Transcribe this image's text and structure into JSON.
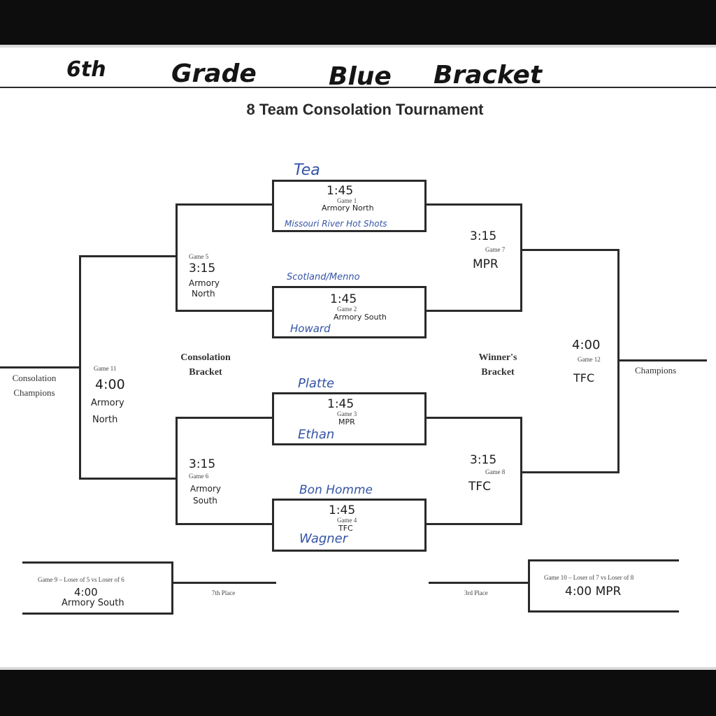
{
  "header": {
    "hand_title": [
      "6th",
      "Grade",
      "Blue",
      "Bracket"
    ],
    "title": "8 Team Consolation Tournament"
  },
  "games": {
    "g1": {
      "label": "Game 1",
      "time": "1:45",
      "location": "Armory North",
      "team_top": "Tea",
      "team_bottom": "Missouri River Hot Shots"
    },
    "g2": {
      "label": "Game 2",
      "time": "1:45",
      "location": "Armory South",
      "team_top": "Scotland/Menno",
      "team_bottom": "Howard"
    },
    "g3": {
      "label": "Game 3",
      "time": "1:45",
      "location": "MPR",
      "team_top": "Platte",
      "team_bottom": "Ethan"
    },
    "g4": {
      "label": "Game 4",
      "time": "1:45",
      "location": "TFC",
      "team_top": "Bon Homme",
      "team_bottom": "Wagner"
    },
    "g5": {
      "label": "Game 5",
      "time": "3:15",
      "location_1": "Armory",
      "location_2": "North"
    },
    "g6": {
      "label": "Game 6",
      "time": "3:15",
      "location_1": "Armory",
      "location_2": "South"
    },
    "g7": {
      "label": "Game 7",
      "time": "3:15",
      "location": "MPR"
    },
    "g8": {
      "label": "Game 8",
      "time": "3:15",
      "location": "TFC"
    },
    "g9": {
      "label": "Game 9 – Loser of 5 vs Loser of 6",
      "time": "4:00",
      "location": "Armory South",
      "place": "7th Place"
    },
    "g10": {
      "label": "Game 10 – Loser of 7 vs Loser of 8",
      "time_location": "4:00 MPR",
      "place": "3rd Place"
    },
    "g11": {
      "label": "Game 11",
      "time": "4:00",
      "location_1": "Armory",
      "location_2": "North"
    },
    "g12": {
      "label": "Game 12",
      "time": "4:00",
      "location": "TFC"
    }
  },
  "labels": {
    "consolation_bracket_1": "Consolation",
    "consolation_bracket_2": "Bracket",
    "winners_bracket_1": "Winner's",
    "winners_bracket_2": "Bracket",
    "consolation_champions_1": "Consolation",
    "consolation_champions_2": "Champions",
    "champions": "Champions"
  }
}
